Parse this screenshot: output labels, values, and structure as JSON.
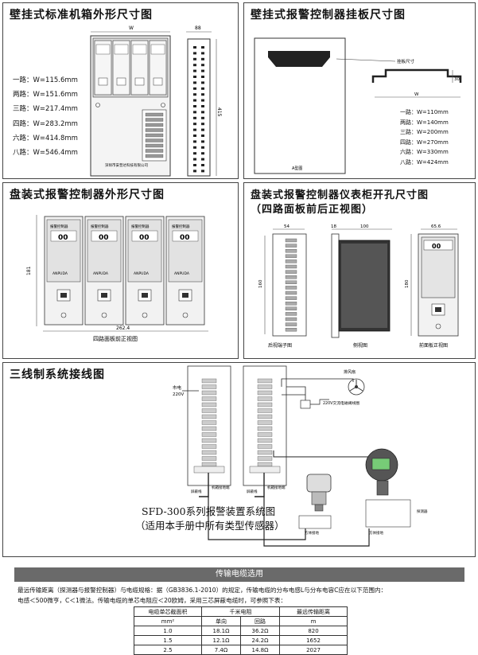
{
  "panels": {
    "wall_box": {
      "title": "壁挂式标准机箱外形尺寸图",
      "dims": [
        {
          "label": "一路",
          "value": "W=115.6mm"
        },
        {
          "label": "两路",
          "value": "W=151.6mm"
        },
        {
          "label": "三路",
          "value": "W=217.4mm"
        },
        {
          "label": "四路",
          "value": "W=283.2mm"
        },
        {
          "label": "六路",
          "value": "W=414.8mm"
        },
        {
          "label": "八路",
          "value": "W=546.4mm"
        }
      ],
      "top_dim_w": "W",
      "top_dim_depth": "88",
      "side_dim": "415",
      "company_label": "深圳市安普达科技有限公司"
    },
    "wall_plate": {
      "title": "壁挂式报警控制器挂板尺寸图",
      "plate_caption": "挂板尺寸",
      "front_caption": "A型图",
      "dim_30": "30",
      "dim_w": "W",
      "dims": [
        {
          "label": "一路",
          "value": "W=110mm"
        },
        {
          "label": "两路",
          "value": "W=140mm"
        },
        {
          "label": "三路",
          "value": "W=200mm"
        },
        {
          "label": "四路",
          "value": "W=270mm"
        },
        {
          "label": "六路",
          "value": "W=330mm"
        },
        {
          "label": "八路",
          "value": "W=424mm"
        }
      ]
    },
    "panel_mount": {
      "title": "盘装式报警控制器外形尺寸图",
      "height_dim": "181",
      "width_dim": "262.4",
      "caption": "四路面板前正视图",
      "brand": "ANPUDA",
      "unit_label": "00",
      "unit_names": [
        "报警控制器",
        "报警控制器",
        "报警控制器",
        "报警控制器"
      ]
    },
    "cutout": {
      "title_line1": "盘装式报警控制器仪表柜开孔尺寸图",
      "title_line2": "（四路面板前后正视图）",
      "dim_54": "54",
      "dim_18": "18",
      "dim_100": "100",
      "dim_65_6": "65.6",
      "dim_160": "160",
      "dim_180": "180",
      "cap_back": "后视端子图",
      "cap_side": "侧视图",
      "cap_front": "前面板正视图"
    },
    "wiring": {
      "title": "三线制系统接线图",
      "caption_line1": "SFD-300系列报警装置系统图",
      "caption_line2": "（适用本手册中所有类型传感器）",
      "label_power": "市电",
      "label_220": "220V",
      "label_valve": "220V交流电磁阀线圈",
      "label_fan": "排风扇",
      "label_cable1": "屏蔽线",
      "label_cable2": "屏蔽线",
      "label_note1": "机箱接地端",
      "label_note2": "机箱接地端",
      "label_sensor": "探测器",
      "label_ground1": "方体接地",
      "label_ground2": "方体接地"
    }
  },
  "cable_section": {
    "band_title": "传输电缆选用",
    "para_line1": "最远传输距离（探测器与报警控制器）与电缆规格：据（GB3836.1-2010）的规定，传输电缆的分布电感L与分布电容C应在以下范围内：",
    "para_line2": "电感＜500微亨，C＜1微法。传输电缆的单芯电阻应＜20欧姆，采用三芯屏蔽电缆时，可参照下表：",
    "table": {
      "h_area": "电缆单芯截面积",
      "h_res": "千米电阻",
      "h_dist": "最远传输距离",
      "sub_area": "mm²",
      "sub_single": "单向",
      "sub_loop": "回路",
      "sub_dist": "m",
      "rows": [
        {
          "area": "1.0",
          "single": "18.1Ω",
          "loop": "36.2Ω",
          "dist": "820"
        },
        {
          "area": "1.5",
          "single": "12.1Ω",
          "loop": "24.2Ω",
          "dist": "1652"
        },
        {
          "area": "2.5",
          "single": "7.4Ω",
          "loop": "14.8Ω",
          "dist": "2027"
        }
      ]
    }
  }
}
